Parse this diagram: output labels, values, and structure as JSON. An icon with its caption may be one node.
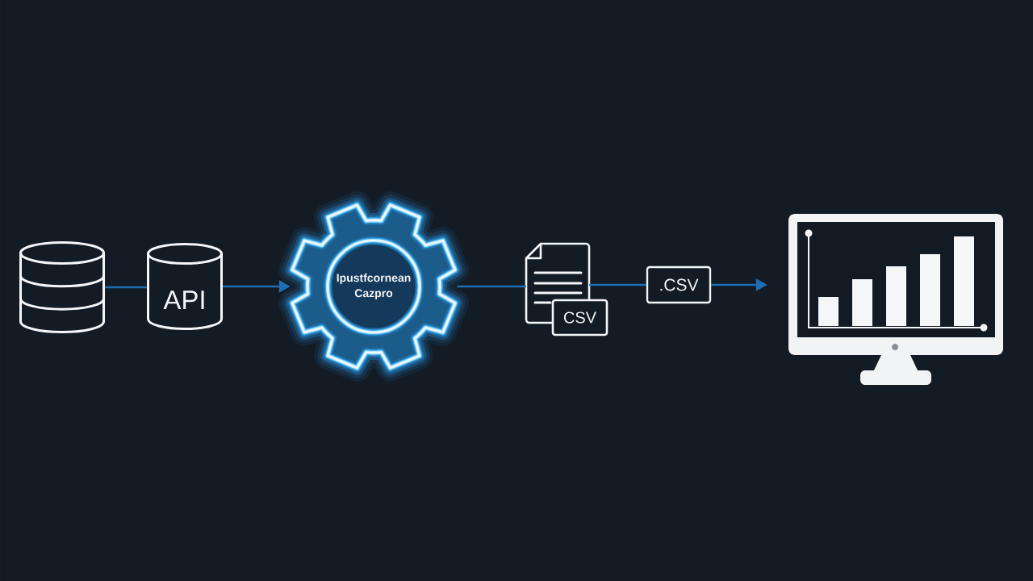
{
  "diagram": {
    "nodes": [
      {
        "text": [],
        "shape": "cylinder"
      },
      {
        "text": [
          "API"
        ]
      },
      {
        "text": [
          "Ipustfcornean Cazpro"
        ]
      },
      {
        "text": [
          "CSV"
        ]
      },
      {
        "text": [
          ".CSV"
        ]
      },
      {
        "text": [],
        "shape": "picture"
      }
    ],
    "edges": [
      {
        "from": 0,
        "to": 1,
        "arrow": "none"
      },
      {
        "from": 1,
        "to": 2,
        "arrow": "to"
      },
      {
        "from": 2,
        "to": 3,
        "arrow": "none"
      },
      {
        "from": 3,
        "to": 4,
        "arrow": "none"
      },
      {
        "from": 4,
        "to": 5,
        "arrow": "to"
      }
    ]
  }
}
